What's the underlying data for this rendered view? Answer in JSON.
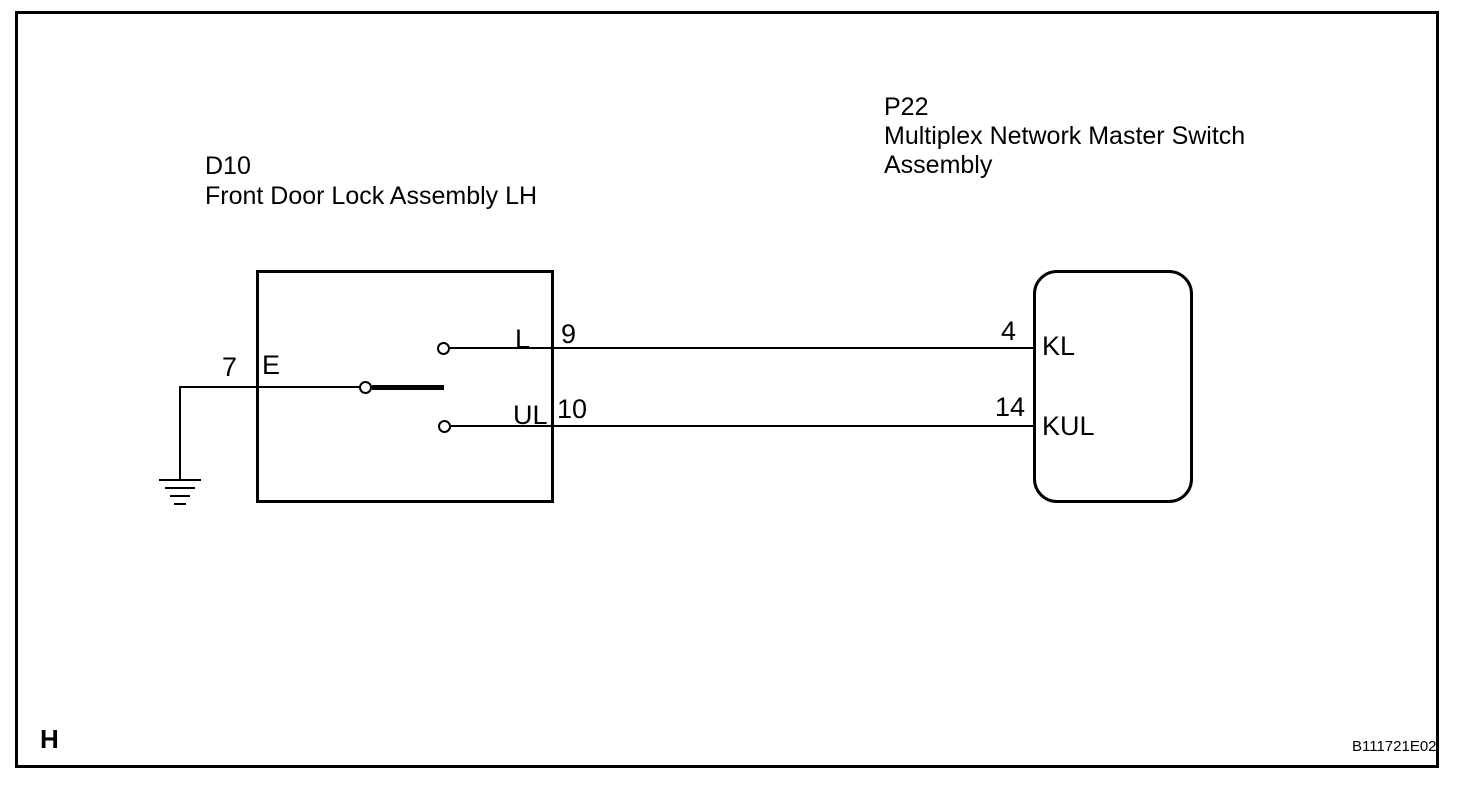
{
  "diagram": {
    "left_component": {
      "code": "D10",
      "name": "Front Door Lock Assembly LH",
      "terminals": {
        "e": {
          "pin": "7",
          "name": "E"
        },
        "l": {
          "pin": "9",
          "name": "L"
        },
        "ul": {
          "pin": "10",
          "name": "UL"
        }
      }
    },
    "right_component": {
      "code": "P22",
      "name_line1": "Multiplex Network Master Switch",
      "name_line2": "Assembly",
      "terminals": {
        "kl": {
          "pin": "4",
          "name": "KL"
        },
        "kul": {
          "pin": "14",
          "name": "KUL"
        }
      }
    },
    "footer": {
      "section_marker": "H",
      "figure_code": "B111721E02"
    },
    "colors": {
      "line": "#000000",
      "background": "#ffffff"
    }
  }
}
